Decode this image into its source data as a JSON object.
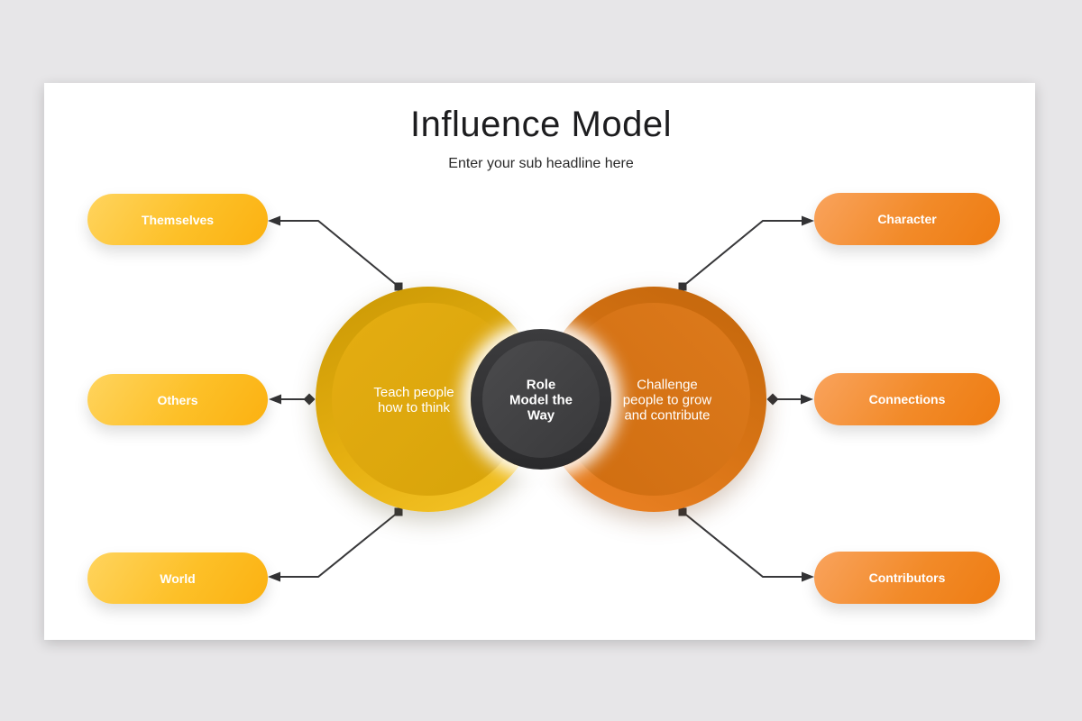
{
  "slide": {
    "title": "Influence Model",
    "subtitle": "Enter your sub headline here"
  },
  "diagram": {
    "left_circle": {
      "text": "Teach people\nhow to think"
    },
    "center_circle": {
      "text": "Role\nModel the\nWay"
    },
    "right_circle": {
      "text": "Challenge\npeople to grow\nand contribute"
    },
    "left_branches": [
      {
        "label": "Themselves"
      },
      {
        "label": "Others"
      },
      {
        "label": "World"
      }
    ],
    "right_branches": [
      {
        "label": "Character"
      },
      {
        "label": "Connections"
      },
      {
        "label": "Contributors"
      }
    ],
    "colors": {
      "yellow_circle": "#d9a409",
      "orange_circle": "#d57113",
      "dark_circle": "#39393b",
      "yellow_pill": "#fbb111",
      "orange_pill": "#ee7c12",
      "arrow": "#38383a",
      "text_on_shapes": "#ffffff"
    }
  }
}
